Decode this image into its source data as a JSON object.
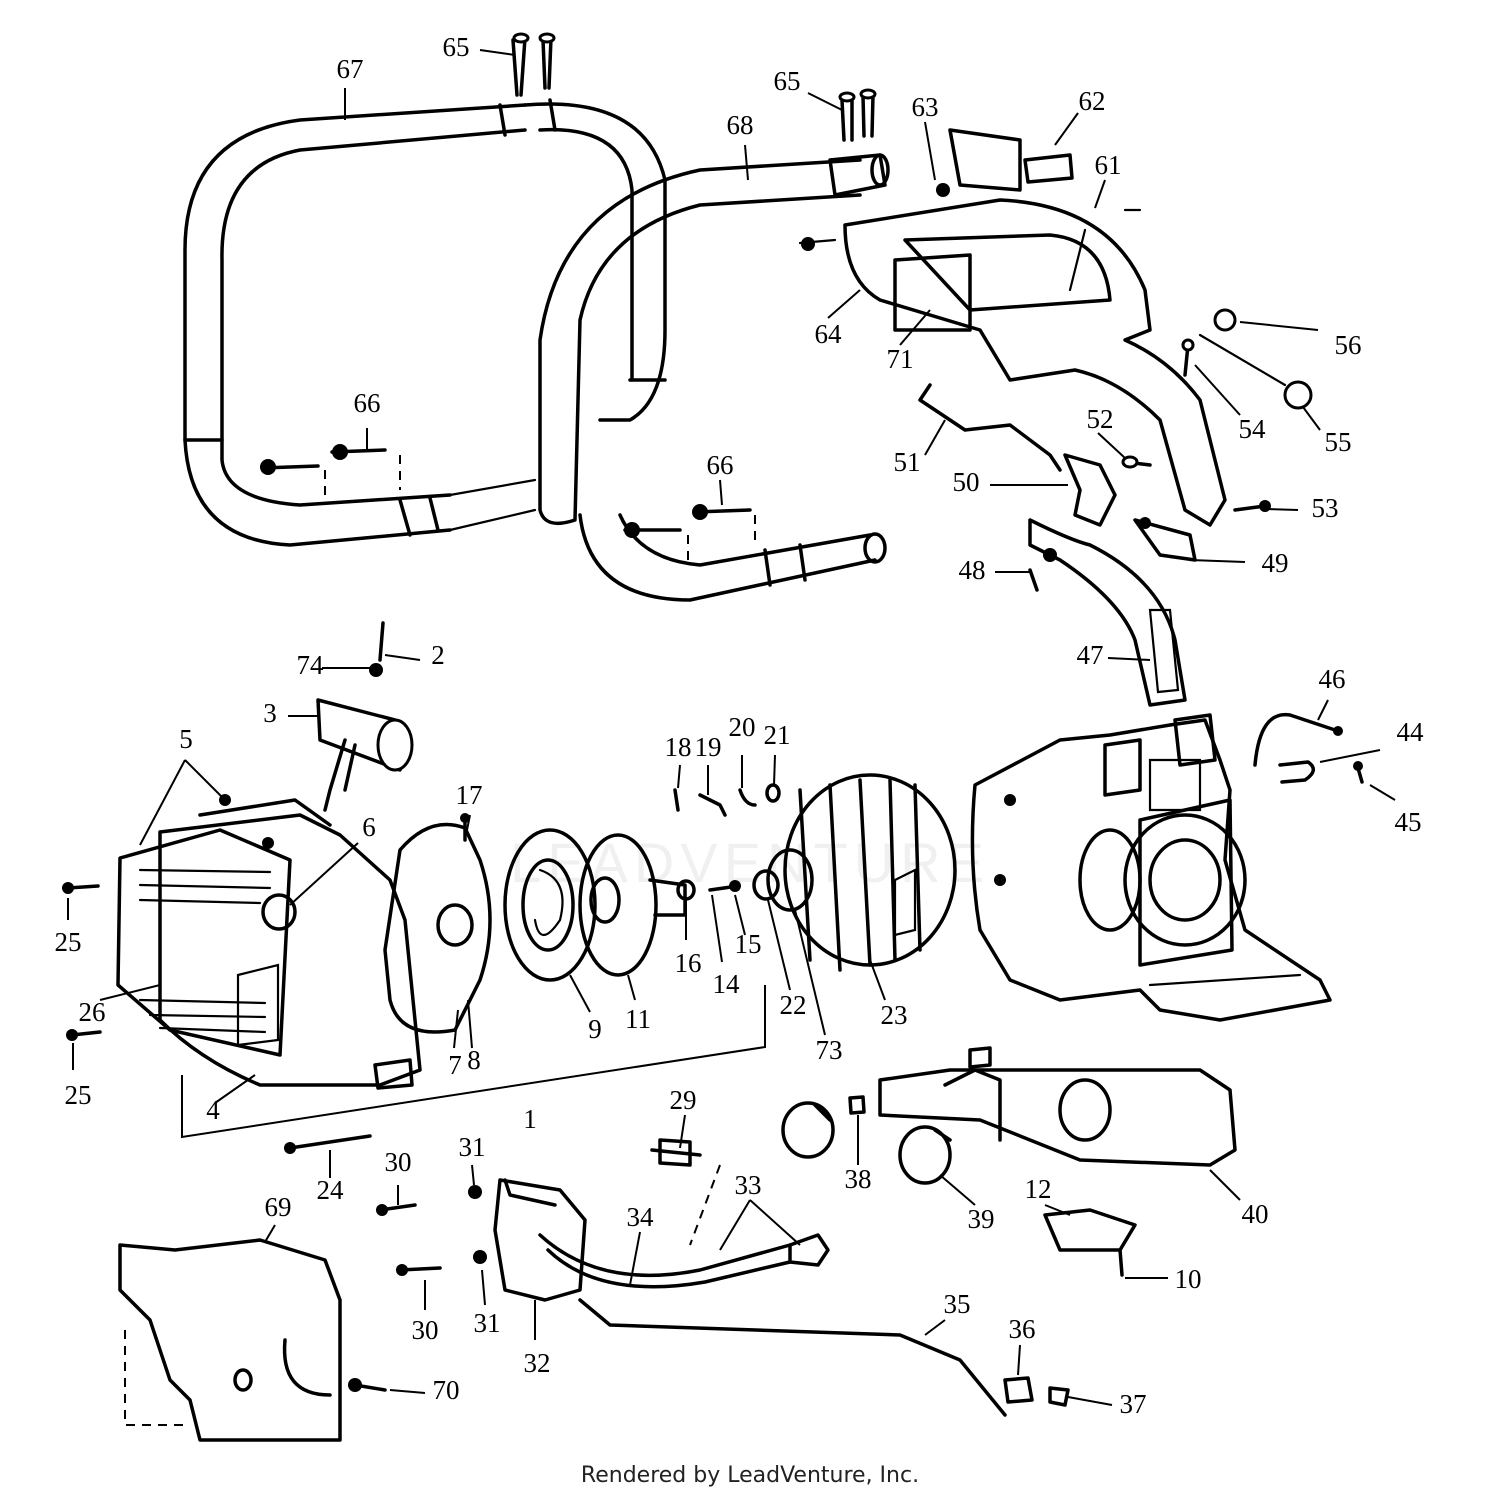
{
  "watermark": "LEADVENTURE",
  "footer": "Rendered by LeadVenture, Inc.",
  "callouts": [
    {
      "id": "67",
      "text": "67"
    },
    {
      "id": "65a",
      "text": "65"
    },
    {
      "id": "65b",
      "text": "65"
    },
    {
      "id": "68",
      "text": "68"
    },
    {
      "id": "63",
      "text": "63"
    },
    {
      "id": "62",
      "text": "62"
    },
    {
      "id": "61",
      "text": "61"
    },
    {
      "id": "64",
      "text": "64"
    },
    {
      "id": "71",
      "text": "71"
    },
    {
      "id": "56",
      "text": "56"
    },
    {
      "id": "54",
      "text": "54"
    },
    {
      "id": "55",
      "text": "55"
    },
    {
      "id": "51",
      "text": "51"
    },
    {
      "id": "52",
      "text": "52"
    },
    {
      "id": "50",
      "text": "50"
    },
    {
      "id": "53",
      "text": "53"
    },
    {
      "id": "49",
      "text": "49"
    },
    {
      "id": "48",
      "text": "48"
    },
    {
      "id": "47",
      "text": "47"
    },
    {
      "id": "66a",
      "text": "66"
    },
    {
      "id": "66b",
      "text": "66"
    },
    {
      "id": "2",
      "text": "2"
    },
    {
      "id": "74",
      "text": "74"
    },
    {
      "id": "3",
      "text": "3"
    },
    {
      "id": "5",
      "text": "5"
    },
    {
      "id": "17",
      "text": "17"
    },
    {
      "id": "6",
      "text": "6"
    },
    {
      "id": "18",
      "text": "18"
    },
    {
      "id": "19",
      "text": "19"
    },
    {
      "id": "20",
      "text": "20"
    },
    {
      "id": "21",
      "text": "21"
    },
    {
      "id": "46",
      "text": "46"
    },
    {
      "id": "44",
      "text": "44"
    },
    {
      "id": "45",
      "text": "45"
    },
    {
      "id": "25a",
      "text": "25"
    },
    {
      "id": "25b",
      "text": "25"
    },
    {
      "id": "26",
      "text": "26"
    },
    {
      "id": "16",
      "text": "16"
    },
    {
      "id": "15",
      "text": "15"
    },
    {
      "id": "14",
      "text": "14"
    },
    {
      "id": "22",
      "text": "22"
    },
    {
      "id": "23",
      "text": "23"
    },
    {
      "id": "9",
      "text": "9"
    },
    {
      "id": "11",
      "text": "11"
    },
    {
      "id": "7",
      "text": "7"
    },
    {
      "id": "8",
      "text": "8"
    },
    {
      "id": "73",
      "text": "73"
    },
    {
      "id": "4",
      "text": "4"
    },
    {
      "id": "1",
      "text": "1"
    },
    {
      "id": "29",
      "text": "29"
    },
    {
      "id": "38",
      "text": "38"
    },
    {
      "id": "40",
      "text": "40"
    },
    {
      "id": "39",
      "text": "39"
    },
    {
      "id": "24",
      "text": "24"
    },
    {
      "id": "30a",
      "text": "30"
    },
    {
      "id": "31a",
      "text": "31"
    },
    {
      "id": "33",
      "text": "33"
    },
    {
      "id": "12",
      "text": "12"
    },
    {
      "id": "10",
      "text": "10"
    },
    {
      "id": "69",
      "text": "69"
    },
    {
      "id": "34",
      "text": "34"
    },
    {
      "id": "30b",
      "text": "30"
    },
    {
      "id": "31b",
      "text": "31"
    },
    {
      "id": "32",
      "text": "32"
    },
    {
      "id": "35",
      "text": "35"
    },
    {
      "id": "36",
      "text": "36"
    },
    {
      "id": "37",
      "text": "37"
    },
    {
      "id": "70",
      "text": "70"
    }
  ]
}
